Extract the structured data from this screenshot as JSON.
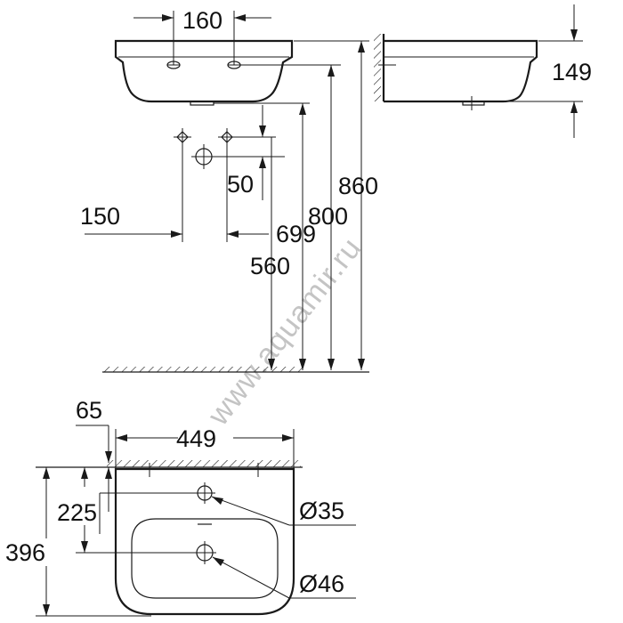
{
  "watermark": "www.aquamir.ru",
  "dimensions": {
    "tap_hole_spacing": "160",
    "depth": "149",
    "fixing_height": "860",
    "rim_height": "800",
    "waste_height": "699",
    "supply_height": "560",
    "supply_spacing": "150",
    "supply_offset": "50",
    "wall_offset": "65",
    "width": "449",
    "tap_hole_distance": "225",
    "projection": "396",
    "tap_hole_diameter": "Ø35",
    "waste_diameter": "Ø46"
  },
  "colors": {
    "line": "#1a1a1a",
    "watermark": "#c4c4c4"
  }
}
